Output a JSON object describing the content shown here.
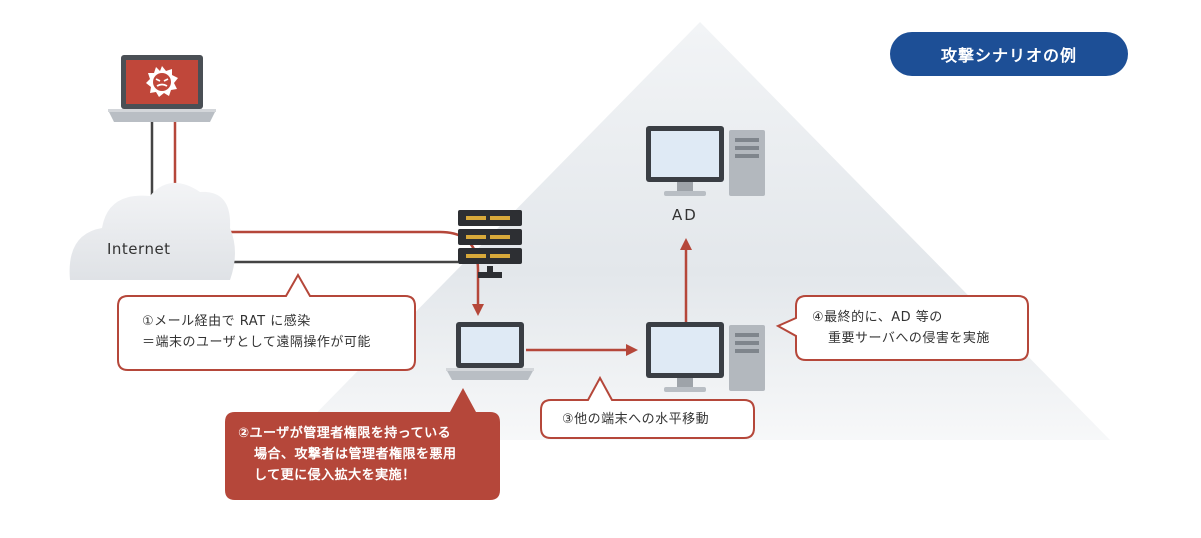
{
  "title": "攻撃シナリオの例",
  "labels": {
    "internet": "Internet",
    "ad": "AD"
  },
  "callouts": {
    "step1": {
      "line1": "①メール経由で RAT に感染",
      "line2": "＝端末のユーザとして遠隔操作が可能"
    },
    "step2": {
      "line1": "②ユーザが管理者権限を持っている",
      "line2": "場合、攻撃者は管理者権限を悪用",
      "line3": "して更に侵入拡大を実施！"
    },
    "step3": {
      "line1": "③他の端末への水平移動"
    },
    "step4": {
      "line1": "④最終的に、AD 等の",
      "line2": "重要サーバへの侵害を実施"
    }
  },
  "colors": {
    "accent_red": "#b5473a",
    "title_blue": "#1d4f96",
    "pyramid_gray": "#e7eaed",
    "screen_blue": "#dfeaf5"
  },
  "icons": [
    "malware-icon",
    "cloud-icon",
    "server-rack-icon",
    "laptop-icon",
    "desktop-icon",
    "tower-icon"
  ]
}
